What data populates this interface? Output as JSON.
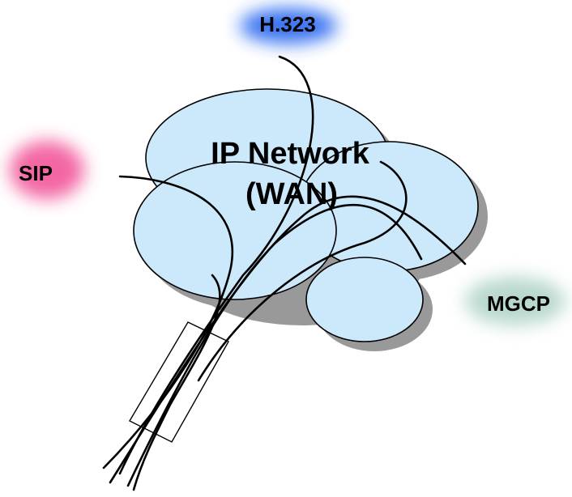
{
  "cloud": {
    "title_line1": "IP Network",
    "title_line2": "(WAN)",
    "fill_color": "#cce9fb",
    "shadow_color": "#999999"
  },
  "protocols": [
    {
      "id": "h323",
      "label": "H.323",
      "glow_color": "#2f6cf0"
    },
    {
      "id": "sip",
      "label": "SIP",
      "glow_color": "#f0408c"
    },
    {
      "id": "mgcp",
      "label": "MGCP",
      "glow_color": "#7fb8a4"
    }
  ]
}
